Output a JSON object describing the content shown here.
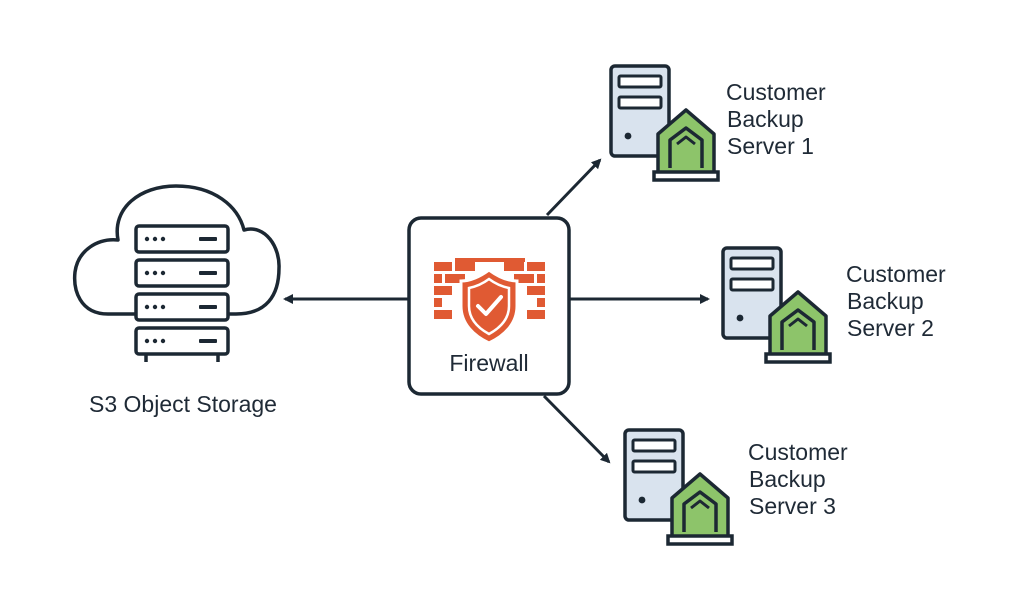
{
  "storage": {
    "label": "S3 Object Storage",
    "icon": "cloud-server-rack-icon"
  },
  "firewall": {
    "label": "Firewall",
    "icon": "brick-wall-shield-check-icon"
  },
  "servers": [
    {
      "line1": "Customer",
      "line2": "Backup",
      "line3": "Server 1",
      "icon": "server-tower-with-house-icon"
    },
    {
      "line1": "Customer",
      "line2": "Backup",
      "line3": "Server 2",
      "icon": "server-tower-with-house-icon"
    },
    {
      "line1": "Customer",
      "line2": "Backup",
      "line3": "Server 3",
      "icon": "server-tower-with-house-icon"
    }
  ],
  "colors": {
    "outline": "#1c2833",
    "server_fill": "#d9e3ee",
    "house_fill": "#8dc46a",
    "brick": "#e05a33",
    "shield": "#e05a33"
  }
}
